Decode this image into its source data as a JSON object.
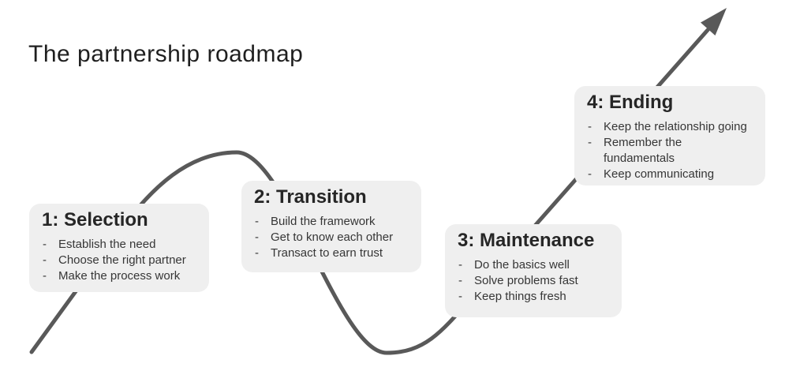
{
  "title": "The partnership roadmap",
  "bullet_marker": "-",
  "stages": [
    {
      "title": "1: Selection",
      "bullets": [
        "Establish the need",
        "Choose the right partner",
        "Make the process work"
      ]
    },
    {
      "title": "2: Transition",
      "bullets": [
        "Build the framework",
        "Get to know each other",
        "Transact to earn trust"
      ]
    },
    {
      "title": "3: Maintenance",
      "bullets": [
        "Do the basics well",
        "Solve problems fast",
        "Keep things fresh"
      ]
    },
    {
      "title": "4: Ending",
      "bullets": [
        "Keep the relationship going",
        "Remember the\nfundamentals",
        "Keep communicating"
      ]
    }
  ],
  "icons": {
    "growth_arrow": "diagonal up-right arrow with solid triangular head"
  },
  "colors": {
    "background": "#ffffff",
    "box_background": "#efefef",
    "curve": "#595959",
    "title_text": "#1f1f1f",
    "stage_title_text": "#262626",
    "bullet_text": "#363636"
  }
}
